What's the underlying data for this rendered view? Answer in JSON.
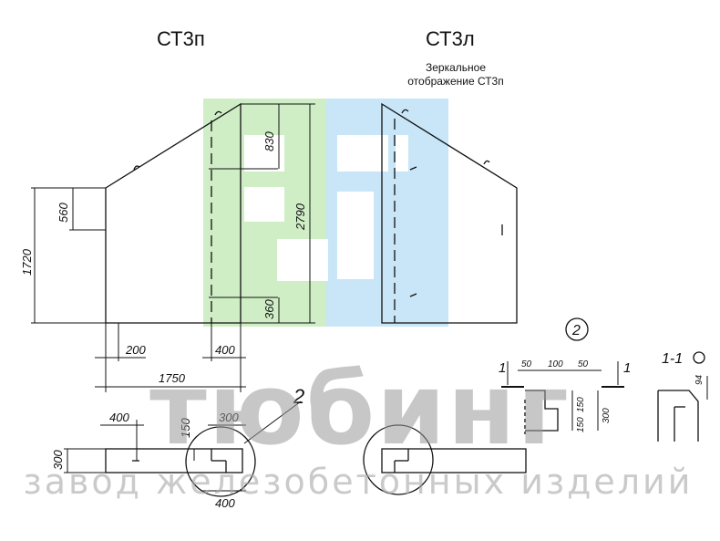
{
  "titles": {
    "left": "СТ3п",
    "right": "СТ3л"
  },
  "mirror_note": {
    "line1": "Зеркальное",
    "line2": "отображение СТ3п"
  },
  "dimensions": {
    "d830": "830",
    "d2790": "2790",
    "d560": "560",
    "d1720": "1720",
    "d360": "360",
    "d200": "200",
    "d400": "400",
    "d1750": "1750",
    "plan_400": "400",
    "plan_300_top": "300",
    "plan_150": "150",
    "plan_300_left": "300",
    "plan_400_bottom": "400"
  },
  "callouts": {
    "detail_mark": "2",
    "detail_circle": "2",
    "section_label": "1-1"
  },
  "detail_dims": {
    "d50a": "50",
    "d100": "100",
    "d50b": "50",
    "d150a": "150",
    "d150b": "150",
    "d300": "300",
    "cut1": "1",
    "cut2": "1",
    "d94": "94"
  },
  "watermark": {
    "brand": "тюбинг",
    "tagline": "завод железобетонных изделий"
  },
  "colors": {
    "green": "#cfeec6",
    "blue": "#c8e6f7",
    "line": "#111111"
  }
}
